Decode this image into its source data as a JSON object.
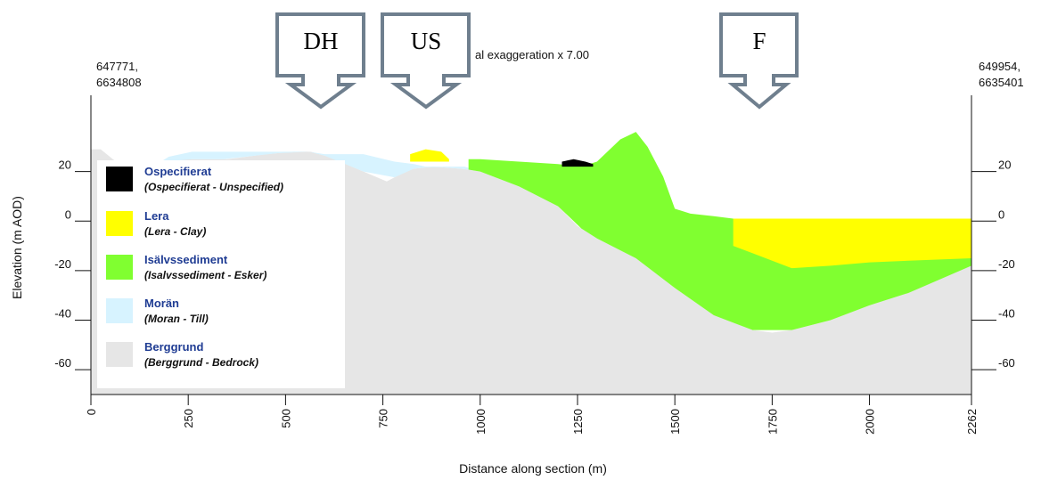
{
  "title": "al exaggeration  x 7.00",
  "corners": {
    "left": [
      "647771,",
      "6634808"
    ],
    "right": [
      "649954,",
      "6635401"
    ]
  },
  "callouts": [
    {
      "label": "DH"
    },
    {
      "label": "US"
    },
    {
      "label": "F"
    }
  ],
  "legend": [
    {
      "name": "Ospecifierat",
      "desc": "(Ospecifierat - Unspecified)",
      "color": "#000000"
    },
    {
      "name": "Lera",
      "desc": "(Lera - Clay)",
      "color": "#ffff00"
    },
    {
      "name": "Isälvssediment",
      "desc": "(Isalvssediment - Esker)",
      "color": "#80ff30"
    },
    {
      "name": "Morän",
      "desc": "(Moran - Till)",
      "color": "#d7f3ff"
    },
    {
      "name": "Berggrund",
      "desc": "(Berggrund - Bedrock)",
      "color": "#e6e6e6"
    }
  ],
  "chart_data": {
    "type": "area",
    "xlabel": "Distance along section (m)",
    "ylabel": "Elevation (m AOD)",
    "xlim": [
      0,
      2262
    ],
    "ylim": [
      -70,
      40
    ],
    "xticks": [
      0,
      250,
      500,
      750,
      1000,
      1250,
      1500,
      1750,
      2000,
      2262
    ],
    "yticks": [
      20,
      0,
      -20,
      -40,
      -60
    ],
    "layers": [
      {
        "name": "Berggrund",
        "color": "#e6e6e6",
        "top": [
          [
            0,
            29
          ],
          [
            25,
            29
          ],
          [
            80,
            22
          ],
          [
            100,
            21
          ],
          [
            190,
            24
          ],
          [
            250,
            25
          ],
          [
            350,
            25
          ],
          [
            450,
            27
          ],
          [
            520,
            28
          ],
          [
            565,
            28
          ],
          [
            610,
            26
          ],
          [
            700,
            20
          ],
          [
            760,
            16
          ],
          [
            820,
            21
          ],
          [
            880,
            22
          ],
          [
            960,
            21
          ],
          [
            1000,
            20
          ],
          [
            1100,
            14
          ],
          [
            1200,
            6
          ],
          [
            1250,
            -2
          ],
          [
            1300,
            -7
          ],
          [
            1400,
            -15
          ],
          [
            1500,
            -27
          ],
          [
            1600,
            -38
          ],
          [
            1700,
            -44
          ],
          [
            1750,
            -45
          ],
          [
            1800,
            -44
          ],
          [
            1900,
            -40
          ],
          [
            2000,
            -34
          ],
          [
            2100,
            -29
          ],
          [
            2200,
            -22
          ],
          [
            2262,
            -18
          ]
        ]
      },
      {
        "name": "Moran",
        "color": "#d7f3ff",
        "top": [
          [
            80,
            23
          ],
          [
            100,
            22
          ],
          [
            180,
            24
          ],
          [
            200,
            26
          ],
          [
            260,
            28
          ],
          [
            340,
            28
          ],
          [
            480,
            28
          ],
          [
            560,
            28
          ],
          [
            600,
            27
          ],
          [
            700,
            27
          ],
          [
            780,
            24
          ],
          [
            830,
            23
          ],
          [
            860,
            22
          ],
          [
            900,
            22
          ],
          [
            960,
            22
          ],
          [
            980,
            21
          ]
        ]
      },
      {
        "name": "Lera",
        "color": "#ffff00",
        "top": [
          [
            820,
            27
          ],
          [
            860,
            29
          ],
          [
            900,
            28
          ],
          [
            920,
            25
          ]
        ]
      },
      {
        "name": "Isalvssediment",
        "color": "#80ff30",
        "top": [
          [
            970,
            25
          ],
          [
            1000,
            25
          ],
          [
            1100,
            24
          ],
          [
            1200,
            23
          ],
          [
            1260,
            22
          ],
          [
            1300,
            24
          ],
          [
            1360,
            33
          ],
          [
            1400,
            36
          ],
          [
            1430,
            30
          ],
          [
            1470,
            18
          ],
          [
            1500,
            5
          ],
          [
            1540,
            3
          ],
          [
            1600,
            2
          ],
          [
            1650,
            1
          ],
          [
            1700,
            1
          ],
          [
            1800,
            1
          ],
          [
            1900,
            1
          ],
          [
            2000,
            1
          ],
          [
            2100,
            1
          ],
          [
            2262,
            1
          ]
        ]
      },
      {
        "name": "Lera",
        "color": "#ffff00",
        "top": [
          [
            1650,
            1
          ],
          [
            1700,
            1
          ],
          [
            1800,
            1
          ],
          [
            1900,
            1
          ],
          [
            2000,
            1
          ],
          [
            2100,
            1
          ],
          [
            2262,
            1
          ]
        ]
      },
      {
        "name": "Ospecifierat",
        "color": "#000000",
        "top": [
          [
            1210,
            24
          ],
          [
            1240,
            25
          ],
          [
            1270,
            24
          ],
          [
            1290,
            23
          ]
        ]
      }
    ]
  }
}
